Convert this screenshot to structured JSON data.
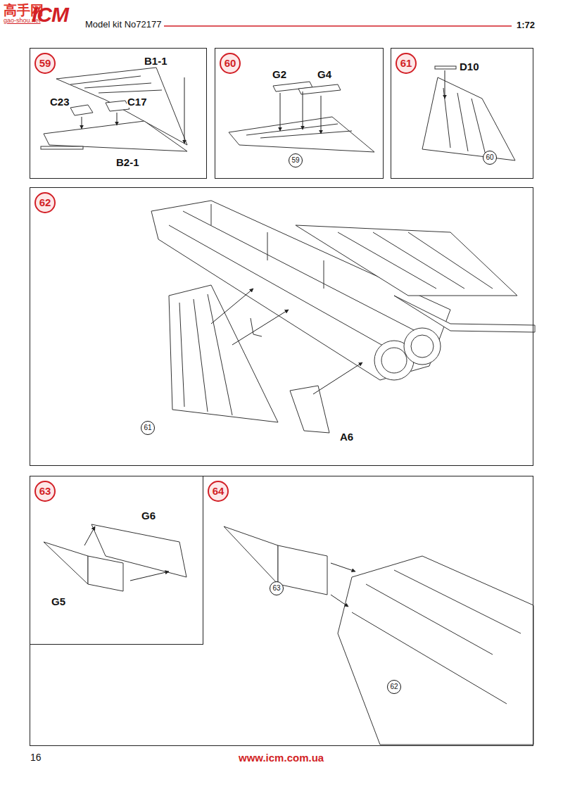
{
  "diagram": {
    "nodes": [
      {
        "text": [
          "59"
        ]
      },
      {
        "text": [
          "60"
        ]
      },
      {
        "text": [
          "61"
        ]
      },
      {
        "text": [
          "62"
        ]
      },
      {
        "text": [
          "64"
        ]
      },
      {
        "text": [
          "63"
        ]
      }
    ],
    "labels": [
      "高手网",
      "gao-shou.net",
      "ICM",
      "Model kit No72177",
      "1:72",
      "B1-1",
      "C23",
      "C17",
      "B2-1",
      "G2",
      "G4",
      "59",
      "D10",
      "60",
      "61",
      "A6",
      "G6",
      "G5",
      "63",
      "62",
      "16",
      "www.icm.com.ua"
    ]
  }
}
